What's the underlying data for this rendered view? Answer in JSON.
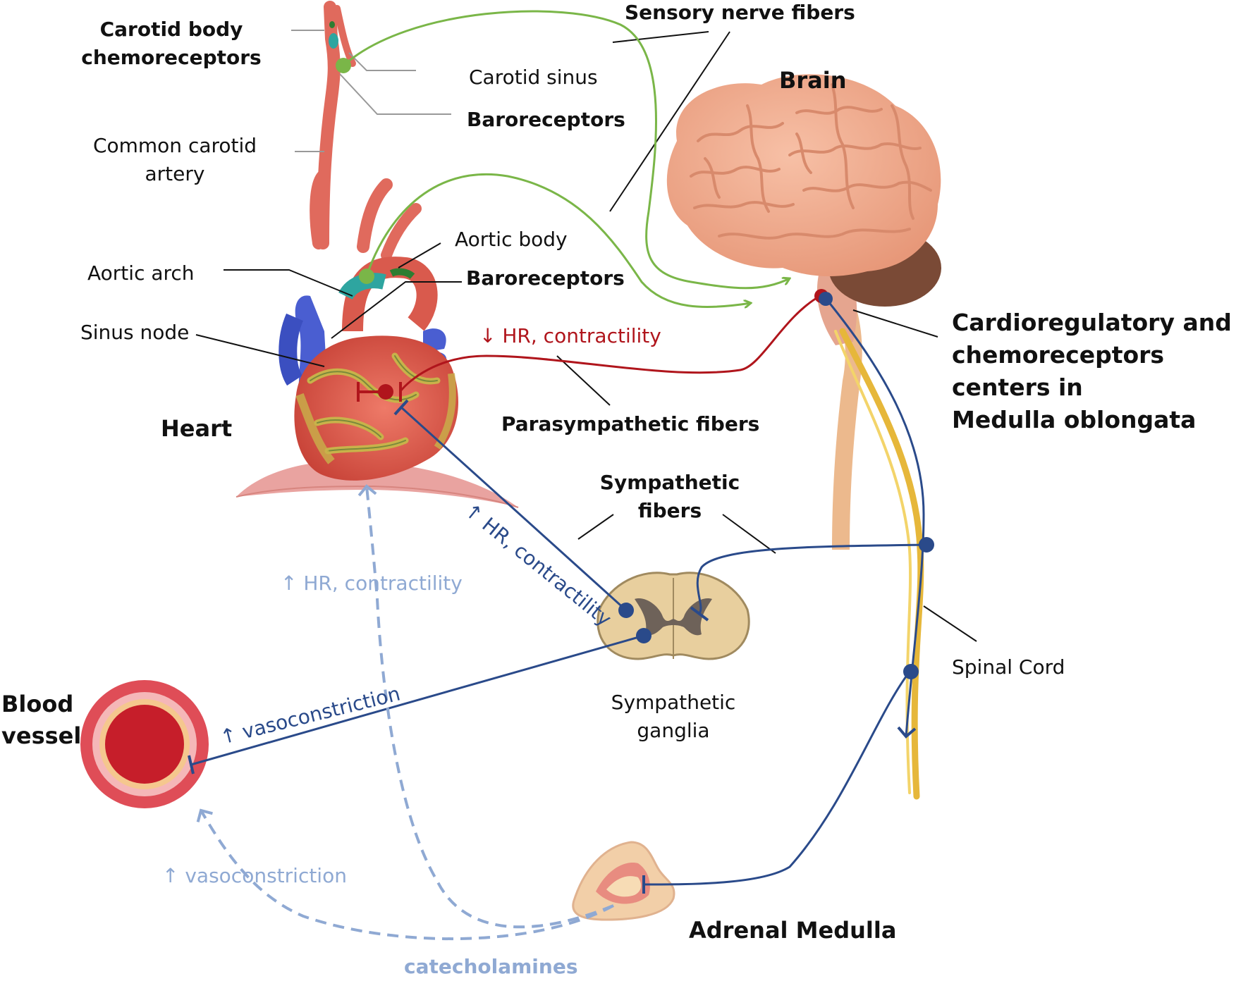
{
  "labels": {
    "carotid_body": "Carotid body\nchemoreceptors",
    "sensory_fibers": "Sensory nerve fibers",
    "carotid_sinus": "Carotid sinus",
    "baroreceptors_carotid": "Baroreceptors",
    "brain": "Brain",
    "common_carotid": "Common carotid\nartery",
    "aortic_body": "Aortic body",
    "aortic_arch": "Aortic arch",
    "baroreceptors_aortic": "Baroreceptors",
    "sinus_node": "Sinus node",
    "hr_down": "↓ HR, contractility",
    "medulla_centers": "Cardioregulatory and\nchemoreceptors centers in\nMedulla oblongata",
    "heart": "Heart",
    "parasympathetic": "Parasympathetic fibers",
    "sympathetic_fibers": "Sympathetic\nfibers",
    "hr_up_pale": "↑ HR, contractility",
    "hr_up_blue": "↑ HR, contractility",
    "spinal_cord": "Spinal Cord",
    "blood_vessel": "Blood\nvessel",
    "vaso_blue": "↑ vasoconstriction",
    "sympathetic_ganglia": "Sympathetic\nganglia",
    "vaso_pale": "↑ vasoconstriction",
    "adrenal_medulla": "Adrenal Medulla",
    "catecholamines": "catecholamines"
  },
  "colors": {
    "sensory": "#7ab648",
    "parasympathetic": "#b0151c",
    "sympathetic": "#2a4a8a",
    "hormonal": "#8fa9d3",
    "leader": "#111111"
  }
}
